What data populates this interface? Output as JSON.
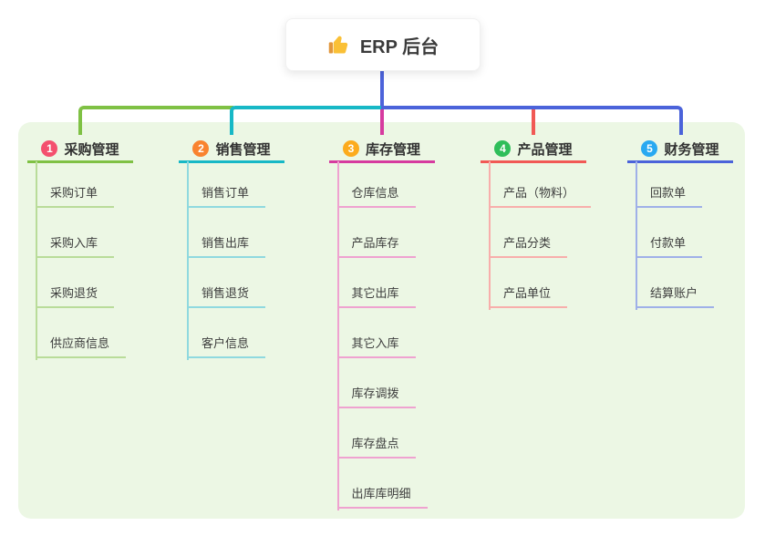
{
  "root": {
    "title": "ERP 后台",
    "icon": "thumbs-up-icon",
    "card_color": "#ffffff",
    "trunk_color": "#4c63da"
  },
  "panel": {
    "background": "#ecf7e4"
  },
  "branches": [
    {
      "badge": "1",
      "badge_color": "#f4506e",
      "title": "采购管理",
      "line_color": "#7fc144",
      "light_color": "#b9dc99",
      "children": [
        "采购订单",
        "采购入库",
        "采购退货",
        "供应商信息"
      ]
    },
    {
      "badge": "2",
      "badge_color": "#f9832f",
      "title": "销售管理",
      "line_color": "#17b8c6",
      "light_color": "#8fd9df",
      "children": [
        "销售订单",
        "销售出库",
        "销售退货",
        "客户信息"
      ]
    },
    {
      "badge": "3",
      "badge_color": "#fcab1d",
      "title": "库存管理",
      "line_color": "#d63b9f",
      "light_color": "#efa2d0",
      "children": [
        "仓库信息",
        "产品库存",
        "其它出库",
        "其它入库",
        "库存调拨",
        "库存盘点",
        "出库库明细"
      ]
    },
    {
      "badge": "4",
      "badge_color": "#2fbe5a",
      "title": "产品管理",
      "line_color": "#f15955",
      "light_color": "#f8aeab",
      "children": [
        "产品（物料）",
        "产品分类",
        "产品单位"
      ]
    },
    {
      "badge": "5",
      "badge_color": "#29a9f1",
      "title": "财务管理",
      "line_color": "#4b63da",
      "light_color": "#9fb0e8",
      "children": [
        "回款单",
        "付款单",
        "结算账户"
      ]
    }
  ]
}
